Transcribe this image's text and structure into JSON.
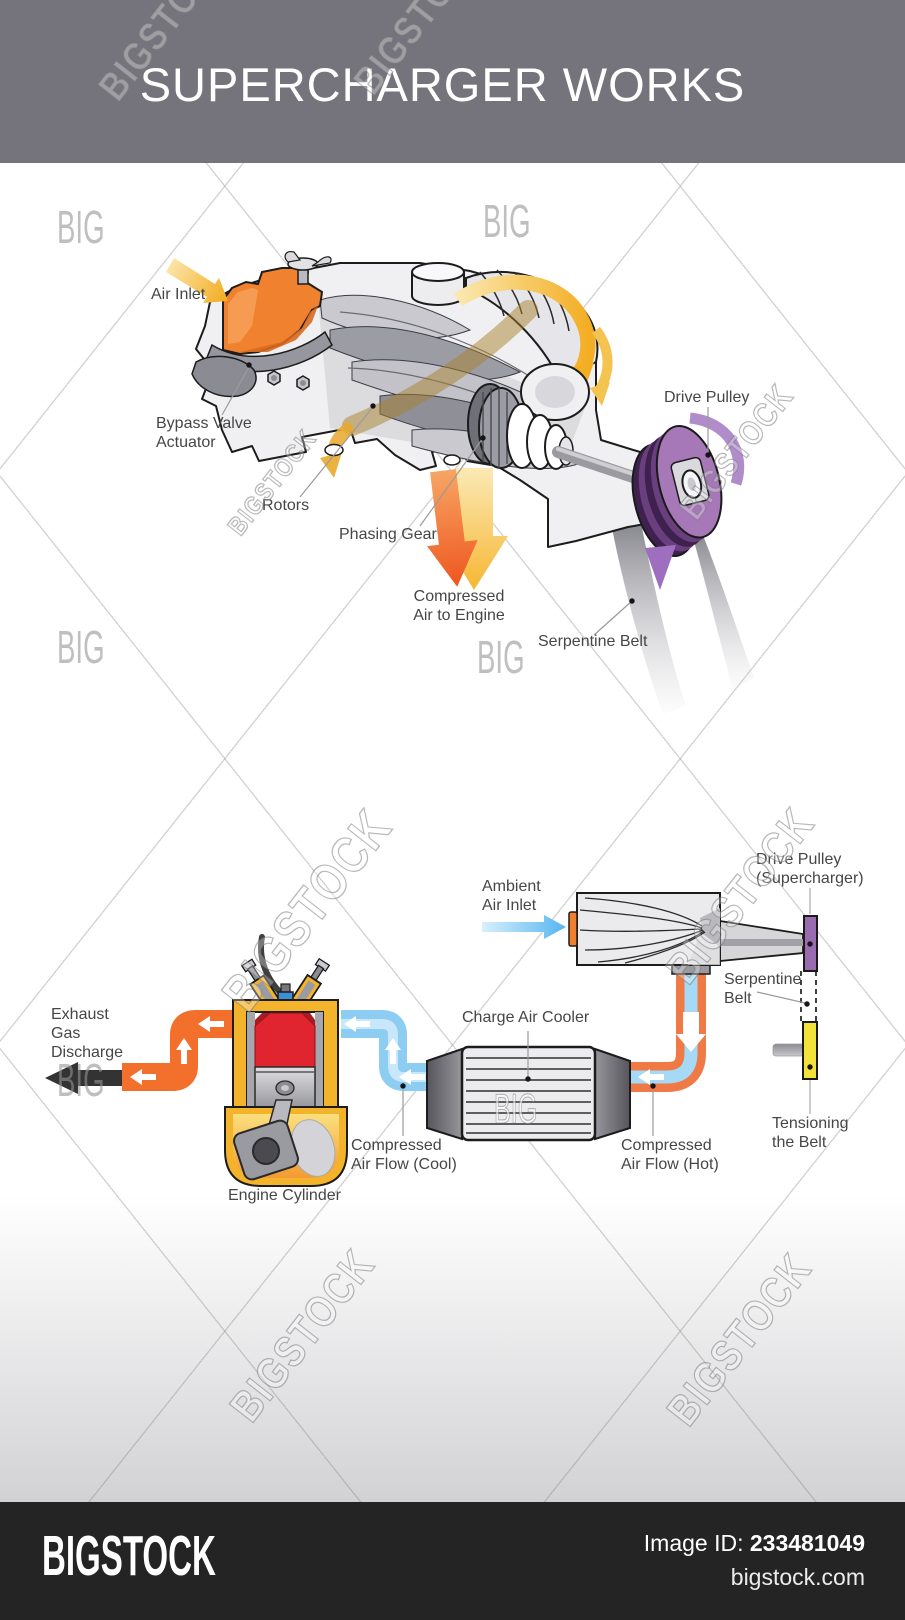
{
  "header": {
    "title": "SUPERCHARGER WORKS",
    "bg_color": "#75747c",
    "text_color": "#ffffff"
  },
  "watermarks": {
    "big": "BIG",
    "bigstock": "BIGSTOCK"
  },
  "top_diagram": {
    "labels": {
      "air_inlet": "Air Inlet",
      "bypass_valve_actuator": [
        "Bypass Valve",
        "Actuator"
      ],
      "rotors": "Rotors",
      "phasing_gear": "Phasing Gear",
      "compressed_air_to_engine": [
        "Compressed",
        "Air to Engine"
      ],
      "drive_pulley": "Drive Pulley",
      "serpentine_belt": "Serpentine Belt"
    },
    "colors": {
      "intake_cover": "#f0812f",
      "air_arrow_yellow": "#f5b52e",
      "compressed_arrow_orange": "#ee561f",
      "pulley_purple": "#a678b8",
      "belt_gray": "#87878e"
    }
  },
  "bottom_diagram": {
    "labels": {
      "ambient_air_inlet": [
        "Ambient",
        "Air Inlet"
      ],
      "drive_pulley_supercharger": [
        "Drive Pulley",
        "(Supercharger)"
      ],
      "serpentine_belt": [
        "Serpentine",
        "Belt"
      ],
      "charge_air_cooler": "Charge Air Cooler",
      "exhaust_gas_discharge": [
        "Exhaust",
        "Gas",
        "Discharge"
      ],
      "engine_cylinder": "Engine Cylinder",
      "compressed_air_flow_cool": [
        "Compressed",
        "Air Flow (Cool)"
      ],
      "compressed_air_flow_hot": [
        "Compressed",
        "Air Flow (Hot)"
      ],
      "tensioning_the_belt": [
        "Tensioning",
        "the Belt"
      ]
    },
    "colors": {
      "cool_air_blue": "#8ecdf2",
      "hot_air_orange": "#ef7a45",
      "exhaust_orange": "#f2702c",
      "tensioner_yellow": "#f2e23a",
      "pulley_purple": "#9b6bb0",
      "engine_body_yellow": "#f3b32b",
      "combustion_red": "#e02530"
    }
  },
  "footer": {
    "brand": "BIGSTOCK",
    "image_id_label": "Image ID:",
    "image_id": "233481049",
    "website": "bigstock.com",
    "bg_color": "#242424"
  }
}
